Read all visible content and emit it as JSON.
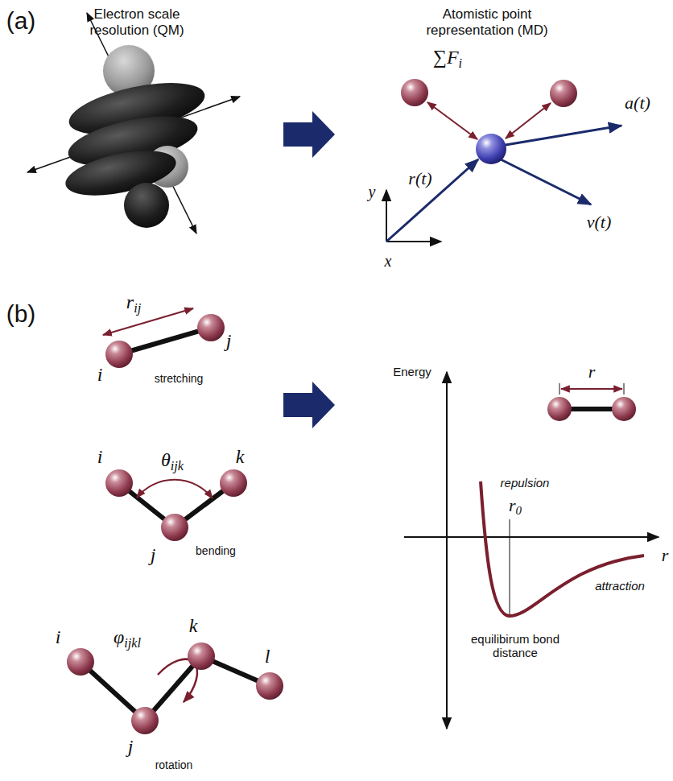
{
  "diagram": {
    "labels": [
      "(a)",
      "Electron scale resolution (QM)",
      "Atomistic point representation (MD)",
      "∑Fi",
      "a(t)",
      "r(t)",
      "v(t)",
      "y",
      "x",
      "(b)",
      "rij",
      "i",
      "j",
      "stretching",
      "θijk",
      "i",
      "k",
      "j",
      "bending",
      "φijkl",
      "i",
      "j",
      "k",
      "l",
      "rotation",
      "Energy",
      "repulsion",
      "r0",
      "r",
      "attraction",
      "equilibirum bond distance",
      "r"
    ]
  }
}
